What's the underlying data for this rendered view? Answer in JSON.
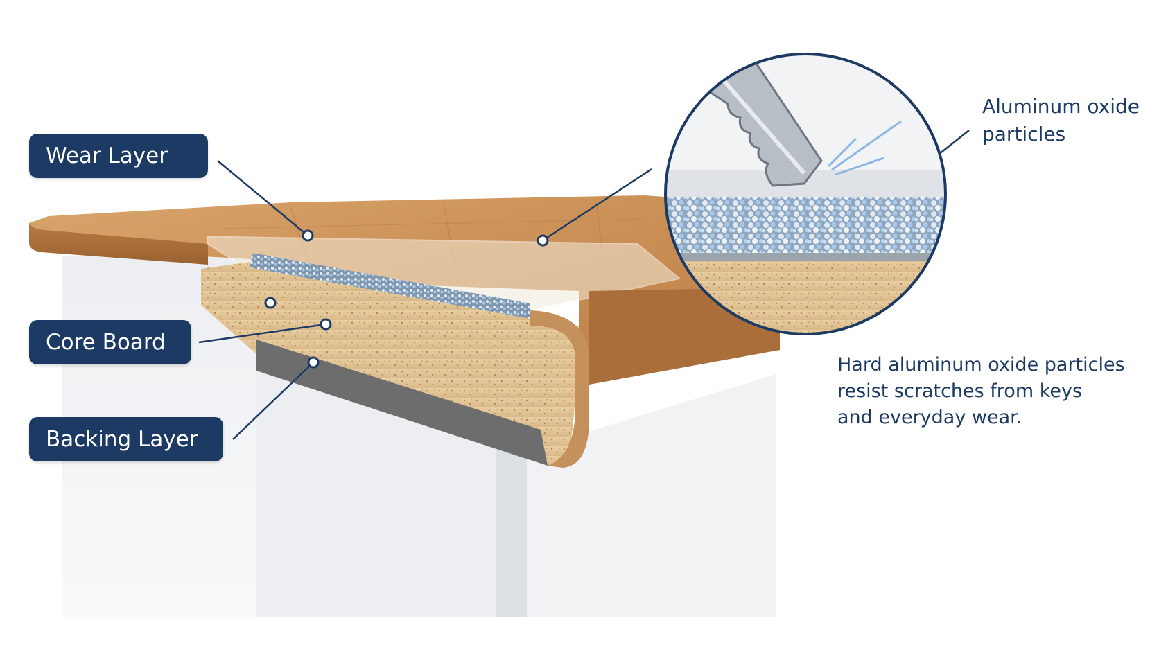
{
  "labels": {
    "wear_layer": "Wear Layer",
    "core_board": "Core Board",
    "backing_layer": "Backing Layer"
  },
  "zoom_callout": {
    "line1": "Aluminum oxide",
    "line2": "particles"
  },
  "description": {
    "line1": "Hard aluminum oxide particles",
    "line2": "resist scratches from keys",
    "line3": "and everyday wear."
  },
  "colors": {
    "label_bg": "#1c3a63",
    "label_text": "#ffffff",
    "callout_text": "#1c3a63",
    "wood_surface": "#c98f55",
    "core": "#e2c393",
    "particles": "#a9c7e6",
    "backing": "#6d6d6d"
  },
  "icons": [
    "key-icon"
  ]
}
